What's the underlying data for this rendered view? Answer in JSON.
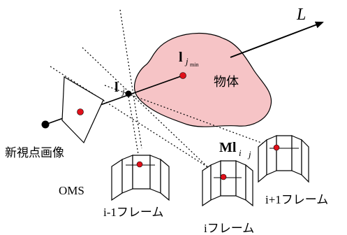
{
  "labels": {
    "axis": "L",
    "point_lj": "l",
    "point_lj_sub": "j",
    "point_ljmin": "l",
    "point_ljmin_sub": "j",
    "point_ljmin_subsub": "min",
    "object": "物体",
    "new_view": "新視点画像",
    "ml": "Ml",
    "ml_sub": "j",
    "ml_pre": "i",
    "oms": "OMS",
    "frame_prev": "i-1フレーム",
    "frame_curr": "iフレーム",
    "frame_next": "i+1フレーム"
  },
  "colors": {
    "object_fill": "#f6c4c6",
    "point_red": "#e0101a",
    "line": "#000000"
  }
}
